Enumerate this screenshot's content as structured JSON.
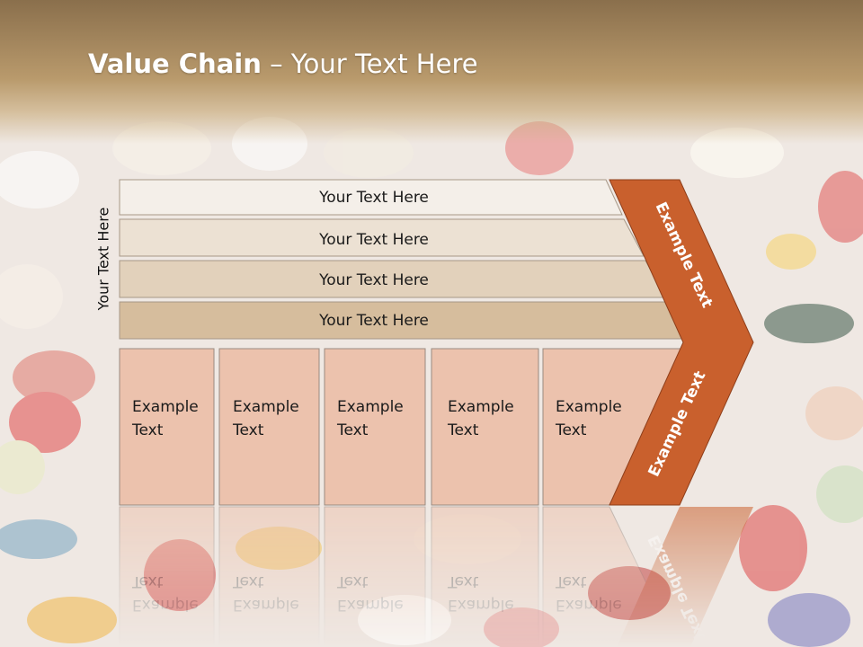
{
  "slide": {
    "title_bold": "Value Chain",
    "title_rest": " – Your Text Here",
    "vertical_label": "Your Text Here",
    "bars": [
      {
        "label": "Your Text Here",
        "color": "#f4efe9"
      },
      {
        "label": "Your Text Here",
        "color": "#ece1d3"
      },
      {
        "label": "Your Text Here",
        "color": "#e2d1bb"
      },
      {
        "label": "Your Text Here",
        "color": "#d6bd9d"
      }
    ],
    "boxes": [
      {
        "line1": "Example",
        "line2": "Text"
      },
      {
        "line1": "Example",
        "line2": "Text"
      },
      {
        "line1": "Example",
        "line2": "Text"
      },
      {
        "line1": "Example",
        "line2": "Text"
      },
      {
        "line1": "Example",
        "line2": "Text"
      }
    ],
    "chevron_top_label": "Example Text",
    "chevron_bottom_label": "Example Text",
    "colors": {
      "header": "#9b7f58",
      "chevron": "#c9602d",
      "box_fill": "#ecc2ad",
      "box_stroke": "#9a8a80"
    }
  }
}
